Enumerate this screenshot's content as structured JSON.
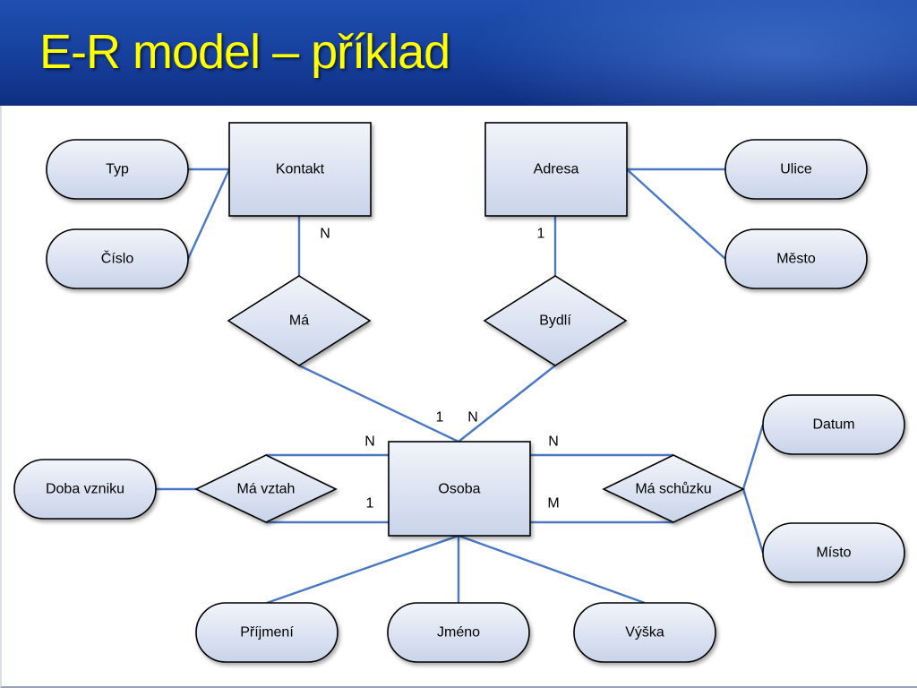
{
  "title": "E-R model – příklad",
  "colors": {
    "title_text": "#ffff00",
    "header_background": "#1a48a8",
    "shape_fill": "#dbe3f3",
    "connector": "#4a78c4"
  },
  "entities": {
    "kontakt": "Kontakt",
    "adresa": "Adresa",
    "osoba": "Osoba"
  },
  "relationships": {
    "ma": "Má",
    "bydli": "Bydlí",
    "ma_vztah": "Má vztah",
    "ma_schuzku": "Má schůzku"
  },
  "attributes": {
    "typ": "Typ",
    "cislo": "Číslo",
    "ulice": "Ulice",
    "mesto": "Město",
    "datum": "Datum",
    "misto": "Místo",
    "doba_vzniku": "Doba vzniku",
    "prijmeni": "Příjmení",
    "jmeno": "Jméno",
    "vyska": "Výška"
  },
  "cardinalities": {
    "kontakt_ma": "N",
    "adresa_bydli": "1",
    "osoba_ma": "1",
    "osoba_bydli": "N",
    "vztah_top": "N",
    "vztah_bottom": "1",
    "schuzka_top": "N",
    "schuzka_bottom": "M"
  }
}
